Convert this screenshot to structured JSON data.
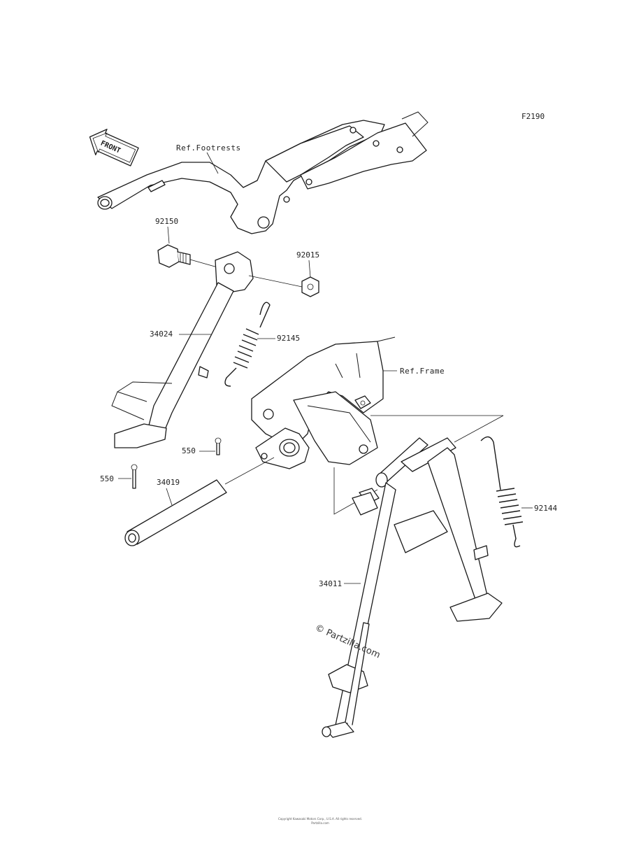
{
  "figure_id": "F2190",
  "front_marker": "FRONT",
  "references": {
    "footrests": "Ref.Footrests",
    "frame": "Ref.Frame"
  },
  "parts": {
    "bolt": "92150",
    "nut": "92015",
    "side_stand": "34024",
    "side_stand_spring": "92145",
    "cotter_pin_upper": "550",
    "cotter_pin_lower": "550",
    "shaft": "34019",
    "center_stand": "34011",
    "center_stand_spring": "92144"
  },
  "watermark": "© Partzilla.com",
  "footer": {
    "line1": "Copyright Kawasaki Motors Corp., U.S.A. All rights reserved.",
    "line2": "Partzilla.com"
  }
}
